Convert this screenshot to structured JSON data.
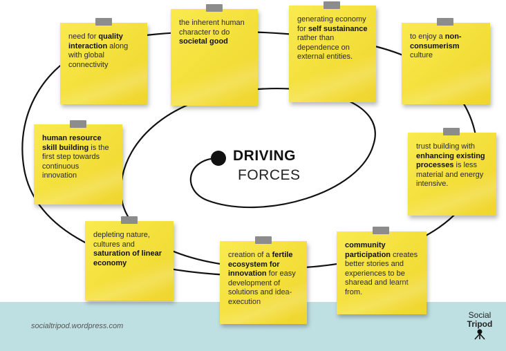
{
  "center": {
    "title": "DRIVING",
    "subtitle": "FORCES"
  },
  "notes": [
    {
      "pre": "need for ",
      "bold": "quality interaction",
      "post": " along with global connectivity"
    },
    {
      "pre": "the inherent human character to do ",
      "bold": "societal good",
      "post": ""
    },
    {
      "pre": "generating economy for ",
      "bold": "self sustainance",
      "post": " rather than dependence on external entities."
    },
    {
      "pre": "to enjoy a ",
      "bold": "non-consumerism",
      "post": " culture"
    },
    {
      "pre": "",
      "bold": "human resource skill building",
      "post": " is the first step towards continuous innovation"
    },
    {
      "pre": "trust building with ",
      "bold": "enhancing existing processes",
      "post": " is less material and energy intensive."
    },
    {
      "pre": "depleting nature, cultures and ",
      "bold": "saturation of linear economy",
      "post": ""
    },
    {
      "pre": "creation of a ",
      "bold": "fertile ecosystem for innovation",
      "post": " for easy development of solutions and idea-execution"
    },
    {
      "pre": "",
      "bold": "community participation",
      "post": " creates better stories and experiences to be sharead and learnt from."
    }
  ],
  "footer": {
    "url": "socialtripod.wordpress.com",
    "logo_top": "Social",
    "logo_bottom": "Tripod"
  },
  "colors": {
    "note": "#f6e243",
    "tape": "#8c8c8c",
    "ground": "#bfe0e3",
    "line": "#111111"
  }
}
